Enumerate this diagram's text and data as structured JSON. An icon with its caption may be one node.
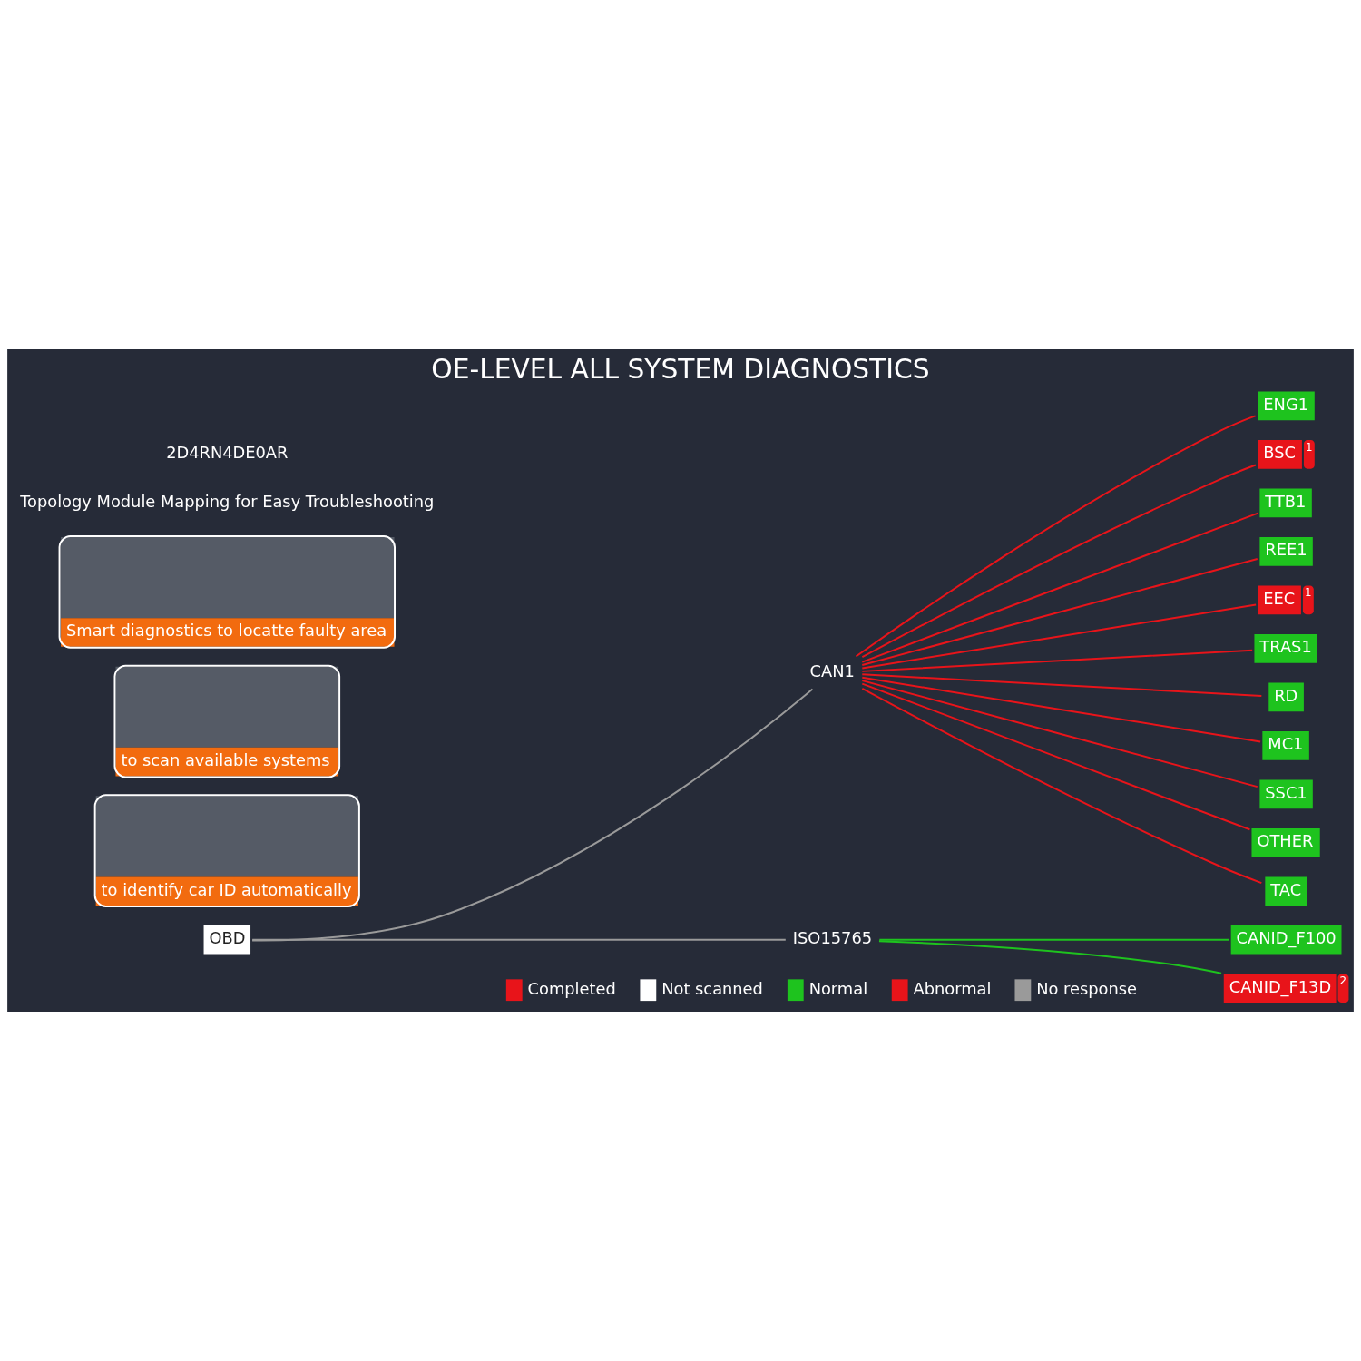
{
  "diagram": {
    "title": "OE-LEVEL ALL SYSTEM DIAGNOSTICS",
    "nodes": [
      {
        "text": [
          "OBD"
        ]
      },
      {
        "text": [
          "CAN1"
        ]
      },
      {
        "text": [
          "ENG1"
        ]
      },
      {
        "text": [
          "BSC"
        ],
        "beside": [
          "1"
        ]
      },
      {
        "text": [
          "TTB1"
        ]
      },
      {
        "text": [
          "REE1"
        ]
      },
      {
        "text": [
          "EEC"
        ],
        "beside": [
          "1"
        ]
      },
      {
        "text": [
          "TRAS1"
        ]
      },
      {
        "text": [
          "RD"
        ]
      },
      {
        "text": [
          "MC1"
        ]
      },
      {
        "text": [
          "SSC1"
        ]
      },
      {
        "text": [
          "OTHER"
        ]
      },
      {
        "text": [
          "TAC"
        ]
      },
      {
        "text": [
          "ISO15765"
        ]
      },
      {
        "text": [
          "CANID_F100"
        ]
      },
      {
        "text": [
          "CANID_F13D"
        ],
        "beside": [
          "2"
        ]
      },
      {
        "text": [
          "to identify car ID automatically"
        ]
      },
      {
        "text": [
          "to scan available systems"
        ]
      },
      {
        "text": [
          "Smart diagnostics to locatte faulty area"
        ]
      }
    ],
    "edges": [
      {
        "from": 0,
        "to": 1,
        "arrow": "none",
        "color": "#9a9a9a"
      },
      {
        "from": 1,
        "to": 2,
        "arrow": "none"
      },
      {
        "from": 1,
        "to": 3,
        "arrow": "none"
      },
      {
        "from": 1,
        "to": 4,
        "arrow": "none"
      },
      {
        "from": 1,
        "to": 5,
        "arrow": "none"
      },
      {
        "from": 1,
        "to": 6,
        "arrow": "none"
      },
      {
        "from": 1,
        "to": 7,
        "arrow": "none"
      },
      {
        "from": 1,
        "to": 8,
        "arrow": "none"
      },
      {
        "from": 1,
        "to": 9,
        "arrow": "none"
      },
      {
        "from": 1,
        "to": 10,
        "arrow": "none"
      },
      {
        "from": 1,
        "to": 11,
        "arrow": "none"
      },
      {
        "from": 1,
        "to": 12,
        "arrow": "none"
      },
      {
        "from": 0,
        "to": 13,
        "arrow": "none",
        "color": "#9a9a9a"
      },
      {
        "from": 13,
        "to": 14,
        "arrow": "none",
        "color": "#1ec31e"
      },
      {
        "from": 13,
        "to": 15,
        "arrow": "none",
        "color": "#1ec31e"
      }
    ],
    "labels": [
      "Topology Module Mapping for Easy Troubleshooting",
      "2D4RN4DE0AR"
    ],
    "legend": [
      {
        "text": "Completed",
        "color": "#e8141a"
      },
      {
        "text": "Not scanned",
        "color": "#ffffff"
      },
      {
        "text": "Normal",
        "color": "#1ec31e"
      },
      {
        "text": "Abnormal",
        "color": "#e8141a"
      },
      {
        "text": "No response",
        "color": "#9a9a9a"
      }
    ]
  }
}
